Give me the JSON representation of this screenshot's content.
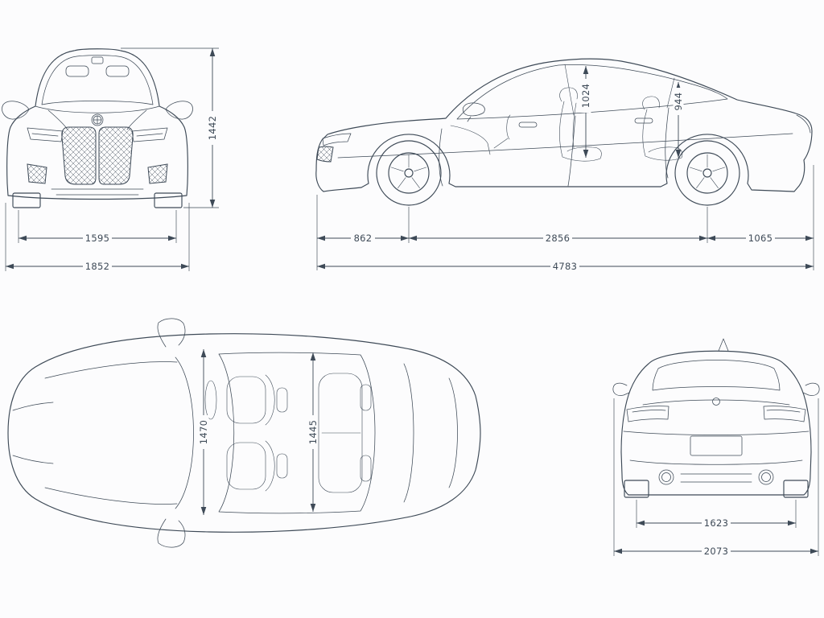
{
  "theme": {
    "background": "#fcfcfd",
    "line_color": "#3e4a57"
  },
  "views": {
    "front": {
      "name": "front-view",
      "dims": {
        "height": "1442",
        "track_front": "1595",
        "overall_width": "1852"
      }
    },
    "side": {
      "name": "side-view",
      "dims": {
        "front_interior_height": "1024",
        "rear_interior_height": "944",
        "front_overhang": "862",
        "wheelbase": "2856",
        "rear_overhang": "1065",
        "overall_length": "4783"
      }
    },
    "top": {
      "name": "top-view",
      "dims": {
        "front_interior_width": "1470",
        "rear_interior_width": "1445"
      }
    },
    "rear": {
      "name": "rear-view",
      "dims": {
        "track_rear": "1623",
        "overall_width_incl_mirrors": "2073"
      }
    }
  }
}
